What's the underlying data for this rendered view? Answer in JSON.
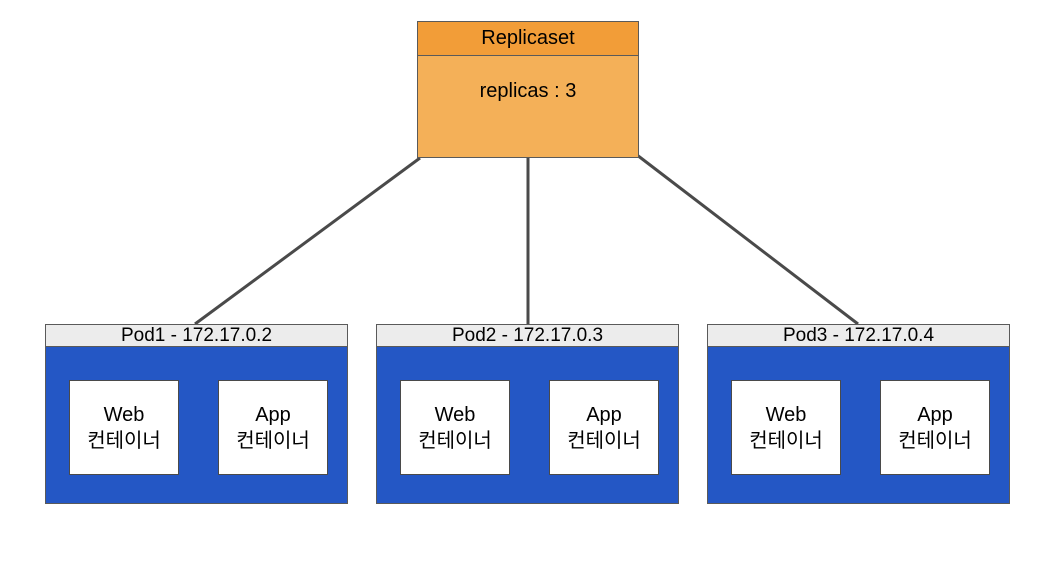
{
  "replicaset": {
    "title": "Replicaset",
    "body": "replicas : 3"
  },
  "pods": [
    {
      "title": "Pod1 - 172.17.0.2",
      "containers": [
        {
          "name": "Web",
          "kind": "컨테이너"
        },
        {
          "name": "App",
          "kind": "컨테이너"
        }
      ]
    },
    {
      "title": "Pod2 - 172.17.0.3",
      "containers": [
        {
          "name": "Web",
          "kind": "컨테이너"
        },
        {
          "name": "App",
          "kind": "컨테이너"
        }
      ]
    },
    {
      "title": "Pod3 - 172.17.0.4",
      "containers": [
        {
          "name": "Web",
          "kind": "컨테이너"
        },
        {
          "name": "App",
          "kind": "컨테이너"
        }
      ]
    }
  ],
  "colors": {
    "replicaset_header": "#f29d38",
    "replicaset_body": "#f4b058",
    "pod_body": "#2457c5",
    "pod_header": "#ececec",
    "connector": "#4a4a4a"
  }
}
